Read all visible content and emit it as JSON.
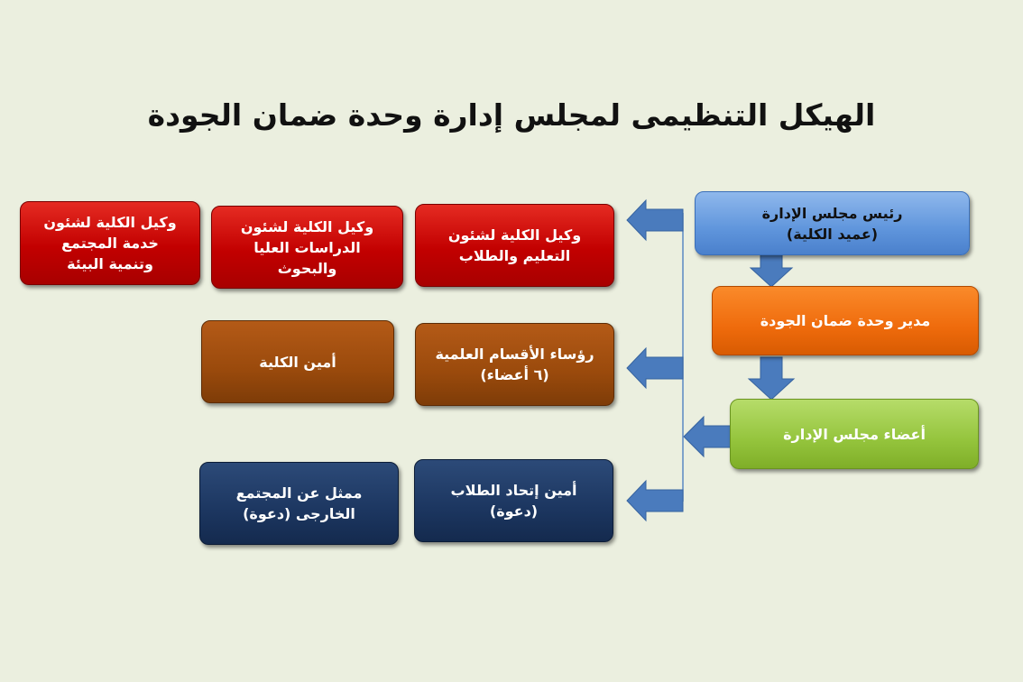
{
  "title": "الهيكل التنظيمى لمجلس إدارة وحدة ضمان الجودة",
  "boxes": {
    "chairman": {
      "line1": "رئيس مجلس الإدارة",
      "line2": "(عميد الكلية)"
    },
    "director": {
      "line1": "مدير وحدة ضمان الجودة"
    },
    "members": {
      "line1": "أعضاء مجلس الإدارة"
    },
    "vice_education": {
      "line1": "وكيل الكلية لشئون",
      "line2": "التعليم والطلاب"
    },
    "vice_graduate": {
      "line1": "وكيل الكلية لشئون",
      "line2": "الدراسات العليا",
      "line3": "والبحوث"
    },
    "vice_community": {
      "line1": "وكيل الكلية لشئون",
      "line2": "خدمة المجتمع",
      "line3": "وتنمية البيئة"
    },
    "dept_heads": {
      "line1": "رؤساء الأقسام العلمية",
      "line2": "(٦  أعضاء)"
    },
    "secretary": {
      "line1": "أمين الكلية"
    },
    "student_union": {
      "line1": "أمين إتحاد الطلاب",
      "line2": "(دعوة)"
    },
    "community_rep": {
      "line1": "ممثل  عن المجتمع",
      "line2": "الخارجى (دعوة)"
    }
  },
  "colors": {
    "background": "#ebefdf",
    "red": "#c20000",
    "brown": "#9a4a0c",
    "navy": "#1c3660",
    "blue": "#5f95dc",
    "orange": "#ef6b0c",
    "green": "#94c43c",
    "arrow": "#4a7bbd"
  }
}
